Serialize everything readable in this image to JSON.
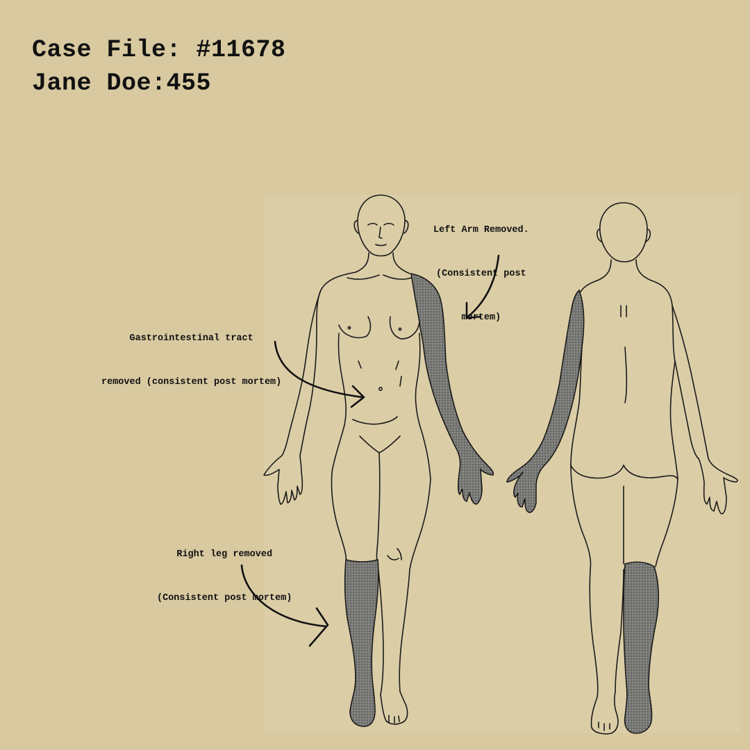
{
  "header": {
    "case_file": "Case File: #11678",
    "subject": "Jane Doe:455"
  },
  "annotations": {
    "left_arm": [
      "Left Arm Removed.",
      "(Consistent post",
      "mortem)"
    ],
    "gi_tract": [
      "Gastrointestinal tract",
      "removed (consistent post mortem)"
    ],
    "right_leg": [
      "Right leg removed",
      "(Consistent post mortem)"
    ]
  },
  "colors": {
    "background": "#d8c9a0",
    "ink": "#111111",
    "shading": "#6a6a6a"
  }
}
